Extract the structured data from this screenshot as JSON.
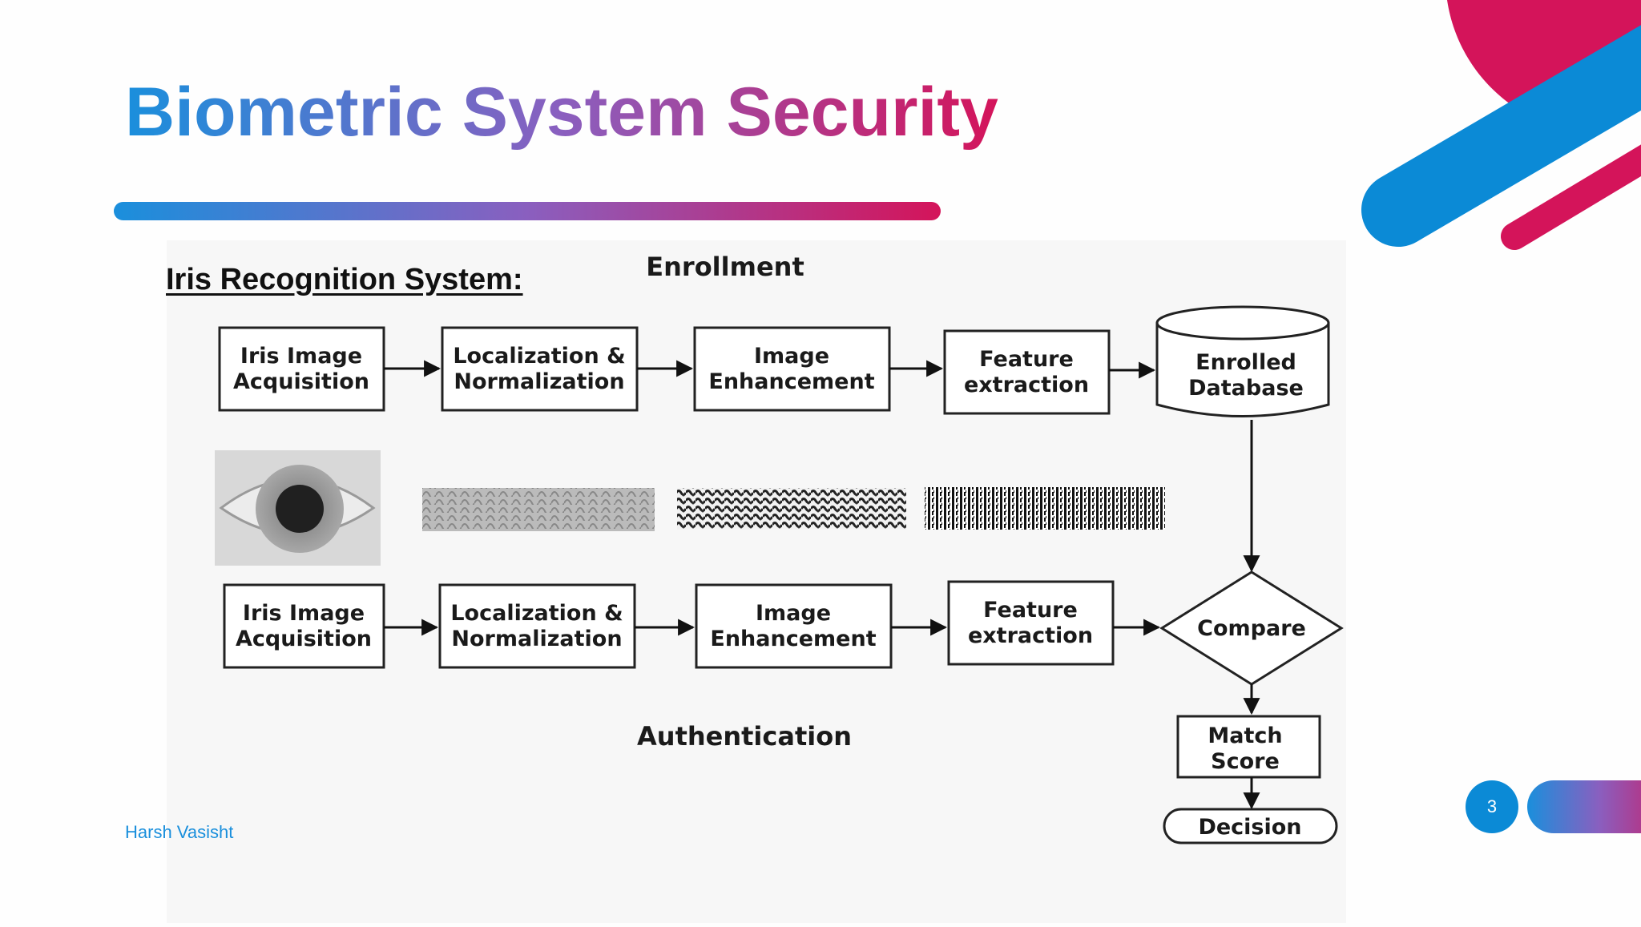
{
  "slide": {
    "title_part1": "Biometric",
    "title_part2": "System",
    "title_part3": "Security",
    "subtitle": "Iris Recognition System:",
    "author": "Harsh Vasisht",
    "page_number": "3"
  },
  "diagram": {
    "enrollment_label": "Enrollment",
    "authentication_label": "Authentication",
    "enroll_steps": [
      {
        "line1": "Iris Image",
        "line2": "Acquisition"
      },
      {
        "line1": "Localization &",
        "line2": "Normalization"
      },
      {
        "line1": "Image",
        "line2": "Enhancement"
      },
      {
        "line1": "Feature",
        "line2": "extraction"
      }
    ],
    "auth_steps": [
      {
        "line1": "Iris Image",
        "line2": "Acquisition"
      },
      {
        "line1": "Localization &",
        "line2": "Normalization"
      },
      {
        "line1": "Image",
        "line2": "Enhancement"
      },
      {
        "line1": "Feature",
        "line2": "extraction"
      }
    ],
    "database": {
      "line1": "Enrolled",
      "line2": "Database"
    },
    "compare": "Compare",
    "match_score": {
      "line1": "Match",
      "line2": "Score"
    },
    "decision": "Decision"
  },
  "colors": {
    "blue": "#1a8fdc",
    "purple": "#8a5fbf",
    "magenta": "#d4145a"
  }
}
